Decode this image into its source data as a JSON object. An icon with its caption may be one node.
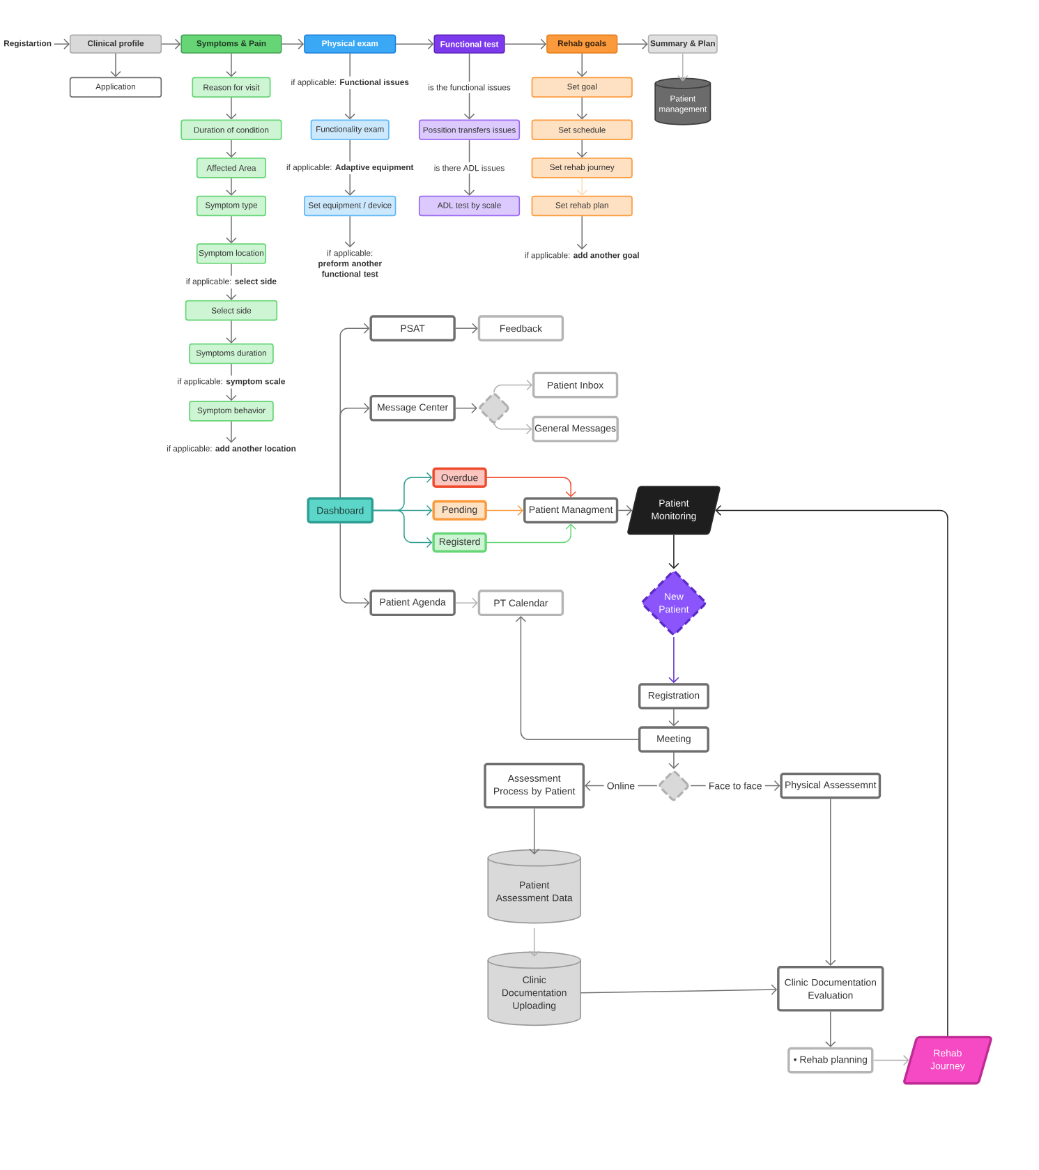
{
  "diagram": {
    "nodes": [
      {
        "text": [
          "Registartion"
        ]
      },
      {
        "text": [
          "Clinical profile"
        ]
      },
      {
        "text": [
          "Symptoms & Pain"
        ]
      },
      {
        "text": [
          "Physical exam"
        ]
      },
      {
        "text": [
          "Functional test"
        ]
      },
      {
        "text": [
          "Rehab goals"
        ]
      },
      {
        "text": [
          "Summary & Plan"
        ]
      },
      {
        "text": [
          "Application"
        ]
      },
      {
        "text": [
          "Reason for visit"
        ]
      },
      {
        "text": [
          "Duration of condition"
        ]
      },
      {
        "text": [
          "Affected Area"
        ]
      },
      {
        "text": [
          "Symptom type"
        ]
      },
      {
        "text": [
          "Symptom location"
        ]
      },
      {
        "text": [
          "if applicable: **select side**"
        ]
      },
      {
        "text": [
          "Select side"
        ]
      },
      {
        "text": [
          "Symptoms duration"
        ]
      },
      {
        "text": [
          "if applicable: **symptom scale**"
        ]
      },
      {
        "text": [
          "Symptom behavior"
        ]
      },
      {
        "text": [
          "if applicable: **add another location**"
        ]
      },
      {
        "text": [
          "if applicable: **Functional issues**"
        ]
      },
      {
        "text": [
          "Functionality exam"
        ]
      },
      {
        "text": [
          "if applicable: **Adaptive equipment**"
        ]
      },
      {
        "text": [
          "Set equipment / device"
        ]
      },
      {
        "text": [
          "if applicable: **preform another functional test**"
        ]
      },
      {
        "text": [
          "is the functional issues"
        ]
      },
      {
        "text": [
          "Possition transfers issues"
        ]
      },
      {
        "text": [
          "is there ADL issues"
        ]
      },
      {
        "text": [
          "ADL test by scale"
        ]
      },
      {
        "text": [
          "Set goal"
        ]
      },
      {
        "text": [
          "Set schedule"
        ]
      },
      {
        "text": [
          "Set rehab journey"
        ]
      },
      {
        "text": [
          "Set rehab plan"
        ]
      },
      {
        "text": [
          "if applicable: **add another goal**"
        ]
      },
      {
        "text": [
          "Patient management"
        ]
      },
      {
        "text": [
          "PSAT"
        ]
      },
      {
        "text": [
          "Feedback"
        ]
      },
      {
        "text": [
          "Message Center"
        ]
      },
      {
        "text": [],
        "shape": "diamond"
      },
      {
        "text": [
          "Patient Inbox"
        ]
      },
      {
        "text": [
          "General Messages"
        ]
      },
      {
        "text": [
          "Dashboard"
        ]
      },
      {
        "text": [
          "Overdue"
        ]
      },
      {
        "text": [
          "Pending"
        ]
      },
      {
        "text": [
          "Registerd"
        ]
      },
      {
        "text": [
          "Patient Managment"
        ]
      },
      {
        "text": [
          "Patient Monitoring"
        ]
      },
      {
        "text": [
          "New Patient"
        ]
      },
      {
        "text": [
          "Patient Agenda"
        ]
      },
      {
        "text": [
          "PT Calendar"
        ]
      },
      {
        "text": [
          "Registration"
        ]
      },
      {
        "text": [
          "Meeting"
        ]
      },
      {
        "text": [],
        "shape": "diamond"
      },
      {
        "text": [
          "Assessment Process by Patient"
        ]
      },
      {
        "text": [
          "Physical Assessemnt"
        ]
      },
      {
        "text": [
          "Patient Assessment Data"
        ]
      },
      {
        "text": [
          "Clinic Documentation Uploading"
        ]
      },
      {
        "text": [
          "Clinic Documentation Evaluation"
        ]
      },
      {
        "text": [
          "• Rehab planning"
        ]
      },
      {
        "text": [
          "Rehab Journey"
        ]
      }
    ],
    "edges": [
      {
        "from": 0,
        "to": 1,
        "arrow": "to"
      },
      {
        "from": 1,
        "to": 2,
        "arrow": "to"
      },
      {
        "from": 2,
        "to": 3,
        "arrow": "to"
      },
      {
        "from": 3,
        "to": 4,
        "arrow": "to"
      },
      {
        "from": 4,
        "to": 5,
        "arrow": "to"
      },
      {
        "from": 5,
        "to": 6,
        "arrow": "to"
      },
      {
        "from": 1,
        "to": 7,
        "arrow": "to"
      },
      {
        "from": 2,
        "to": 8,
        "arrow": "to"
      },
      {
        "from": 8,
        "to": 9,
        "arrow": "to"
      },
      {
        "from": 9,
        "to": 10,
        "arrow": "to"
      },
      {
        "from": 10,
        "to": 11,
        "arrow": "to"
      },
      {
        "from": 11,
        "to": 12,
        "arrow": "to"
      },
      {
        "from": 12,
        "to": 13,
        "arrow": "none"
      },
      {
        "from": 13,
        "to": 14,
        "arrow": "to"
      },
      {
        "from": 14,
        "to": 15,
        "arrow": "to"
      },
      {
        "from": 15,
        "to": 16,
        "arrow": "none"
      },
      {
        "from": 16,
        "to": 17,
        "arrow": "to"
      },
      {
        "from": 17,
        "to": 18,
        "arrow": "to"
      },
      {
        "from": 3,
        "to": 19,
        "arrow": "none"
      },
      {
        "from": 19,
        "to": 20,
        "arrow": "to"
      },
      {
        "from": 20,
        "to": 21,
        "arrow": "none"
      },
      {
        "from": 21,
        "to": 22,
        "arrow": "to"
      },
      {
        "from": 22,
        "to": 23,
        "arrow": "to"
      },
      {
        "from": 4,
        "to": 24,
        "arrow": "none"
      },
      {
        "from": 24,
        "to": 25,
        "arrow": "to"
      },
      {
        "from": 25,
        "to": 26,
        "arrow": "none"
      },
      {
        "from": 26,
        "to": 27,
        "arrow": "to"
      },
      {
        "from": 5,
        "to": 28,
        "arrow": "to"
      },
      {
        "from": 28,
        "to": 29,
        "arrow": "to"
      },
      {
        "from": 29,
        "to": 30,
        "arrow": "to"
      },
      {
        "from": 30,
        "to": 31,
        "arrow": "to",
        "color": "#fdd9b5"
      },
      {
        "from": 31,
        "to": 32,
        "arrow": "to"
      },
      {
        "from": 6,
        "to": 33,
        "arrow": "to",
        "color": "#b5b5b5"
      },
      {
        "from": 40,
        "to": 34,
        "arrow": "to"
      },
      {
        "from": 34,
        "to": 35,
        "arrow": "to"
      },
      {
        "from": 40,
        "to": 36,
        "arrow": "to"
      },
      {
        "from": 36,
        "to": 37,
        "arrow": "to"
      },
      {
        "from": 37,
        "to": 38,
        "arrow": "to",
        "color": "#b0b0b0"
      },
      {
        "from": 37,
        "to": 39,
        "arrow": "to",
        "color": "#b0b0b0"
      },
      {
        "from": 40,
        "to": 41,
        "arrow": "to",
        "color": "#2e9e92"
      },
      {
        "from": 40,
        "to": 42,
        "arrow": "to",
        "color": "#2e9e92"
      },
      {
        "from": 40,
        "to": 43,
        "arrow": "to",
        "color": "#2e9e92"
      },
      {
        "from": 41,
        "to": 44,
        "arrow": "to",
        "color": "#ef4a2b"
      },
      {
        "from": 42,
        "to": 44,
        "arrow": "to",
        "color": "#fb9a3c"
      },
      {
        "from": 43,
        "to": 44,
        "arrow": "to",
        "color": "#66d575"
      },
      {
        "from": 44,
        "to": 45,
        "arrow": "to"
      },
      {
        "from": 45,
        "to": 46,
        "arrow": "to",
        "color": "#1e1e1e"
      },
      {
        "from": 46,
        "to": 49,
        "arrow": "to",
        "color": "#5b2bc9"
      },
      {
        "from": 40,
        "to": 47,
        "arrow": "to"
      },
      {
        "from": 47,
        "to": 48,
        "arrow": "to",
        "color": "#b0b0b0"
      },
      {
        "from": 49,
        "to": 50,
        "arrow": "to"
      },
      {
        "from": 50,
        "to": 48,
        "arrow": "to"
      },
      {
        "from": 50,
        "to": 51,
        "arrow": "to"
      },
      {
        "from": 51,
        "to": 52,
        "arrow": "to",
        "label": "Online"
      },
      {
        "from": 51,
        "to": 53,
        "arrow": "to",
        "label": "Face to face"
      },
      {
        "from": 52,
        "to": 54,
        "arrow": "to"
      },
      {
        "from": 54,
        "to": 55,
        "arrow": "to",
        "color": "#b0b0b0"
      },
      {
        "from": 55,
        "to": 56,
        "arrow": "to"
      },
      {
        "from": 53,
        "to": 56,
        "arrow": "to"
      },
      {
        "from": 56,
        "to": 57,
        "arrow": "to"
      },
      {
        "from": 57,
        "to": 58,
        "arrow": "to",
        "color": "#b0b0b0"
      },
      {
        "from": 58,
        "to": 45,
        "arrow": "to",
        "color": "#1e1e1e"
      }
    ]
  }
}
